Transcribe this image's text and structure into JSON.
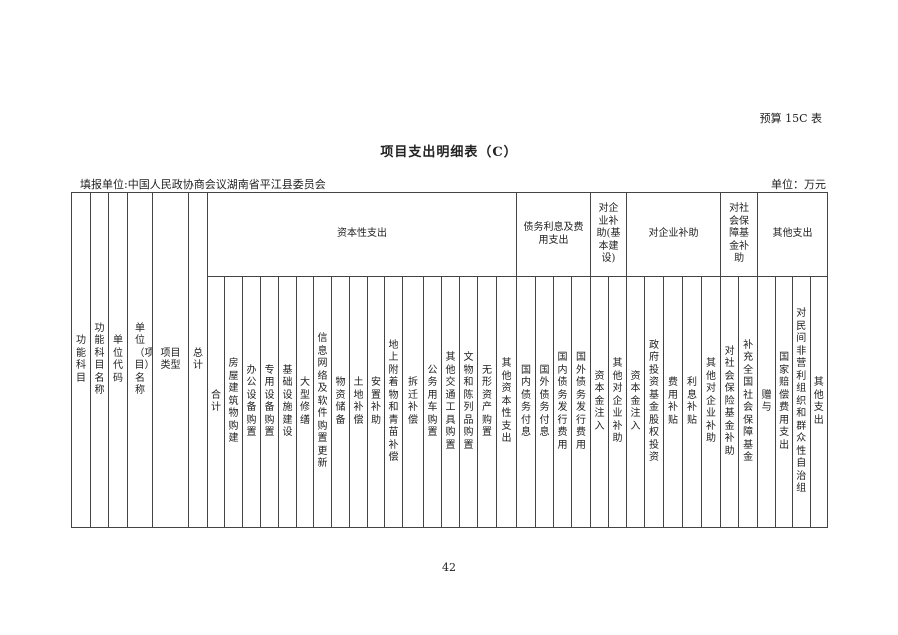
{
  "form_code": "预算 15C 表",
  "title": "项目支出明细表（C）",
  "reporting_unit": "填报单位:中国人民政协商会议湖南省平江县委员会",
  "currency_unit": "单位：万元",
  "page_number": "42",
  "left_headers": [
    "功能科目",
    "功能科目名称",
    "单位代码",
    "单位（项目）名称",
    "项目类型",
    "总计"
  ],
  "groups": [
    {
      "label": "资本性支出",
      "columns": [
        "合计",
        "房屋建筑物购建",
        "办公设备购置",
        "专用设备购置",
        "基础设施建设",
        "大型修缮",
        "信息网络及软件购置更新",
        "物资储备",
        "土地补偿",
        "安置补助",
        "地上附着物和青苗补偿",
        "拆迁补偿",
        "公务用车购置",
        "其他交通工具购置",
        "文物和陈列品购置",
        "无形资产购置",
        "其他资本性支出"
      ]
    },
    {
      "label": "债务利息及费用支出",
      "columns": [
        "国内债务付息",
        "国外债务付息",
        "国内债务发行费用",
        "国外债务发行费用"
      ]
    },
    {
      "label": "对企业补助(基本建设)",
      "columns": [
        "资本金注入",
        "其他对企业补助"
      ]
    },
    {
      "label": "对企业补助",
      "columns": [
        "资本金注入",
        "政府投资基金股权投资",
        "费用补贴",
        "利息补贴",
        "其他对企业补助"
      ]
    },
    {
      "label": "对社会保障基金补助",
      "columns": [
        "对社会保险基金补助",
        "补充全国社会保障基金"
      ]
    },
    {
      "label": "其他支出",
      "columns": [
        "赠与",
        "国家赔偿费用支出",
        "对民间非营利组织和群众性自治组",
        "其他支出"
      ]
    }
  ]
}
